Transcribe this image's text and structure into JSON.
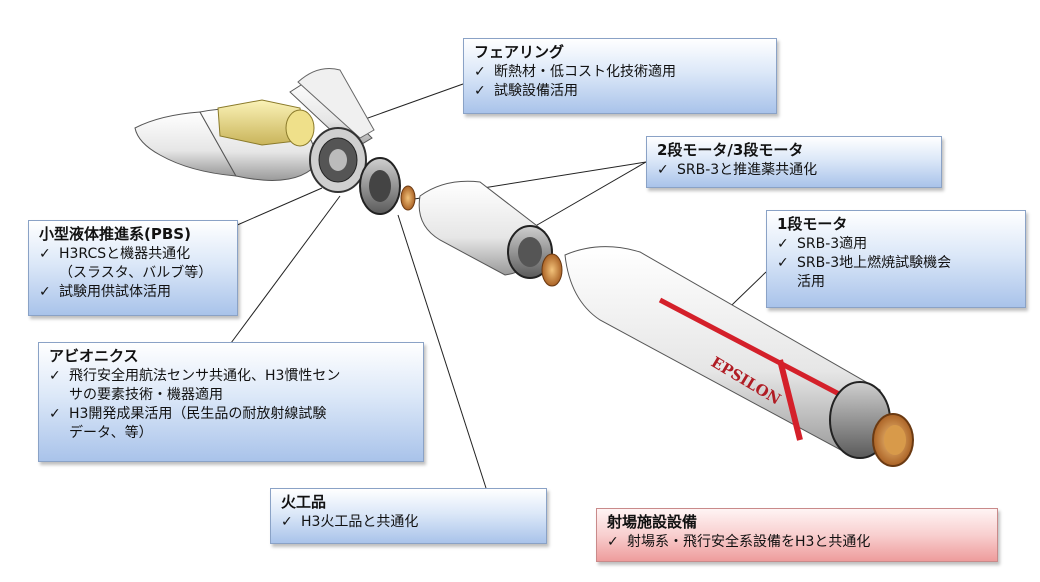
{
  "callouts": {
    "fairing": {
      "title": "フェアリング",
      "items": [
        "断熱材・低コスト化技術適用",
        "試験設備活用"
      ]
    },
    "stage23": {
      "title": "2段モータ/3段モータ",
      "items": [
        "SRB-3と推進薬共通化"
      ]
    },
    "stage1": {
      "title": "1段モータ",
      "items": [
        "SRB-3適用",
        "SRB-3地上燃焼試験機会",
        "活用"
      ]
    },
    "pbs": {
      "title": "小型液体推進系(PBS)",
      "items": [
        "H3RCSと機器共通化",
        "（スラスタ、バルブ等）",
        "試験用供試体活用"
      ]
    },
    "avionics": {
      "title": "アビオニクス",
      "items": [
        "飛行安全用航法センサ共通化、H3慣性セン",
        "サの要素技術・機器適用",
        "H3開発成果活用（民生品の耐放射線試験",
        "データ、等）"
      ]
    },
    "pyro": {
      "title": "火工品",
      "items": [
        "H3火工品と共通化"
      ]
    },
    "launch_site": {
      "title": "射場施設設備",
      "items": [
        "射場系・飛行安全系設備をH3と共通化"
      ]
    }
  },
  "rocket": {
    "logo_text": "EPSILON"
  },
  "colors": {
    "callout_blue": "#c3d5f1",
    "callout_red": "#f3b5b5",
    "stripe_red": "#d4202a",
    "nozzle": "#c8762a"
  }
}
